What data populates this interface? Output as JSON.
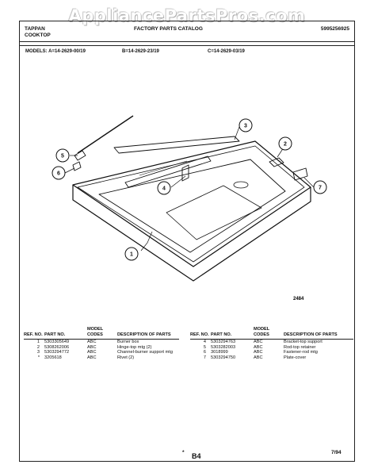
{
  "watermark": "AppliancePartsPros.com",
  "header": {
    "brand_line1": "TAPPAN",
    "brand_line2": "COOKTOP",
    "catalog_title": "FACTORY PARTS CATALOG",
    "catalog_number": "5995256925"
  },
  "models": {
    "a": "MODELS: A=14-2629-00/19",
    "b": "B=14-2629-23/19",
    "c": "C=14-2629-03/19"
  },
  "diagram": {
    "callouts": [
      "1",
      "2",
      "3",
      "4",
      "5",
      "6",
      "7"
    ],
    "figure_number": "2484"
  },
  "parts_table": {
    "headers": {
      "ref": "REF. NO.",
      "part": "PART NO.",
      "model": "MODEL CODES",
      "description": "DESCRIPTION OF PARTS"
    },
    "left": [
      {
        "ref": "1",
        "part": "5303305649",
        "codes": "ABC",
        "desc": "Burner box"
      },
      {
        "ref": "2",
        "part": "5308262006",
        "codes": "ABC",
        "desc": "Hinge-top mtg (2)"
      },
      {
        "ref": "3",
        "part": "5303294772",
        "codes": "ABC",
        "desc": "Channel-burner support mtg"
      },
      {
        "ref": "",
        "part": "",
        "codes": "",
        "desc": ""
      },
      {
        "ref": "*",
        "part": "3205618",
        "codes": "ABC",
        "desc": "Rivet (2)"
      }
    ],
    "right": [
      {
        "ref": "4",
        "part": "5303294763",
        "codes": "ABC",
        "desc": "Bracket-top support"
      },
      {
        "ref": "5",
        "part": "5303282003",
        "codes": "ABC",
        "desc": "Rod-top retainer"
      },
      {
        "ref": "6",
        "part": "3018999",
        "codes": "ABC",
        "desc": "Fastener-rod mtg"
      },
      {
        "ref": "7",
        "part": "5303294750",
        "codes": "ABC",
        "desc": "Plate-cover"
      }
    ]
  },
  "footer": {
    "star": "*",
    "page": "B4",
    "date": "7/94"
  }
}
